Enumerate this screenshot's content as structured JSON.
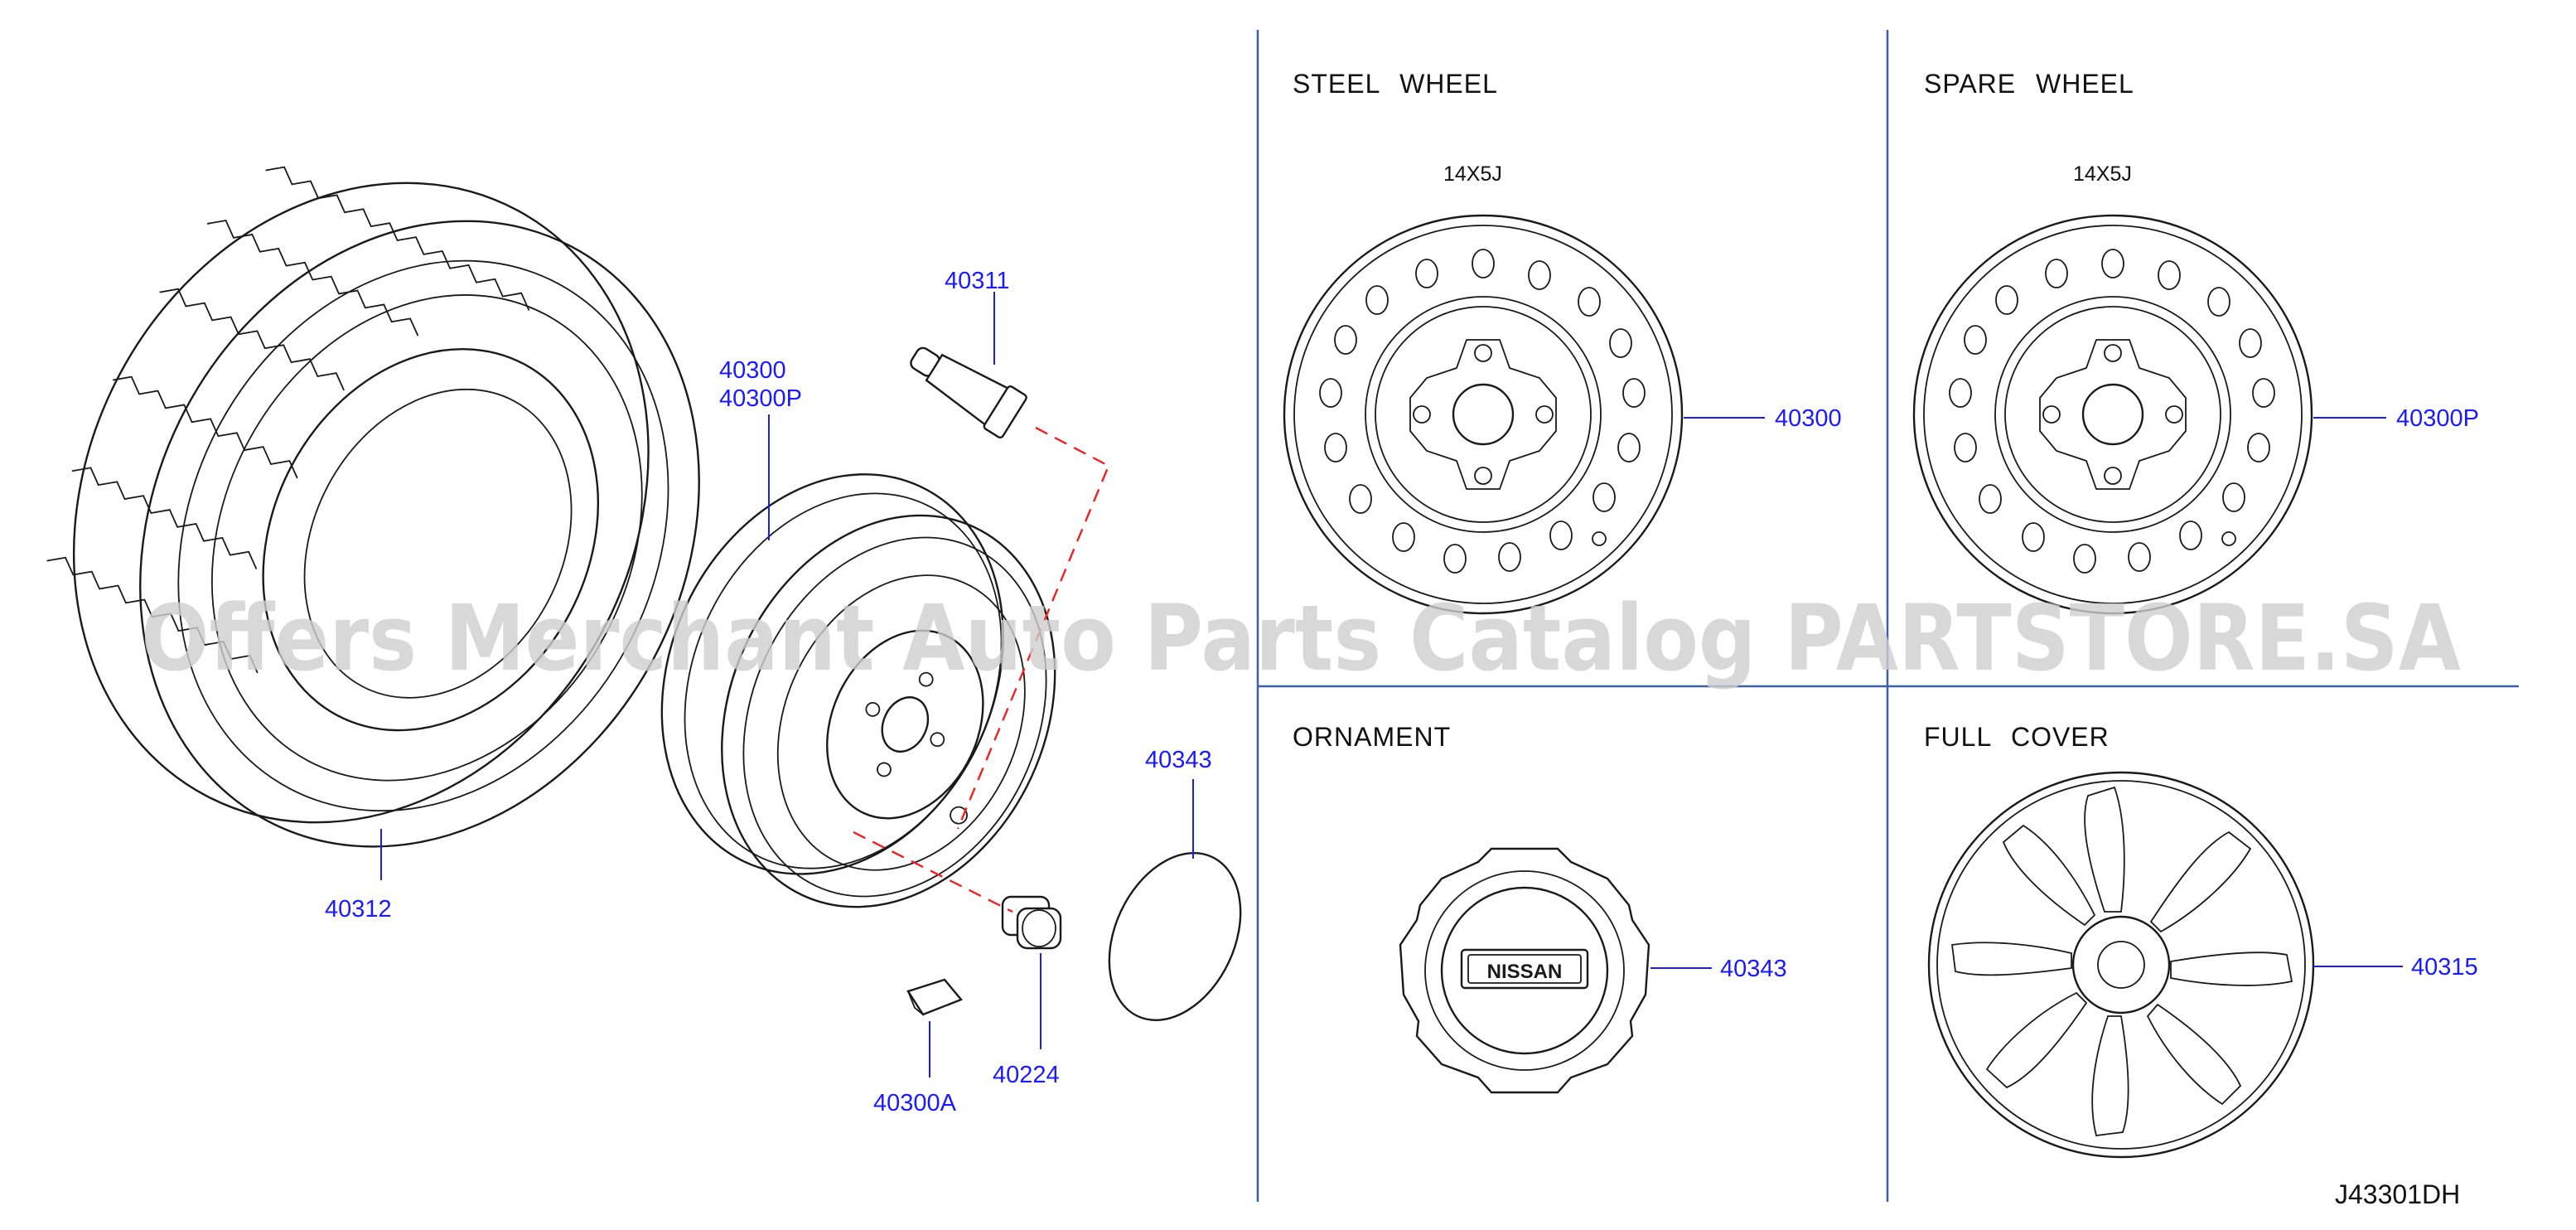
{
  "sections": {
    "steel_wheel": "STEEL  WHEEL",
    "spare_wheel": "SPARE  WHEEL",
    "ornament": "ORNAMENT",
    "full_cover": "FULL  COVER"
  },
  "sizes": {
    "steel": "14X5J",
    "spare": "14X5J"
  },
  "parts": {
    "tire": "40312",
    "wheel_a": "40300",
    "wheel_b": "40300P",
    "valve": "40311",
    "cap_disc": "40343",
    "nut": "40224",
    "balance_weight": "40300A",
    "steel_wheel": "40300",
    "spare_wheel": "40300P",
    "ornament": "40343",
    "full_cover": "40315"
  },
  "ornament_logo": "NISSAN",
  "diagram_code": "J43301DH",
  "watermark": "Offers Merchant Auto Parts Catalog PARTSTORE.SA",
  "colors": {
    "label_blue": "#1a1aff",
    "line": "#1a1a1a",
    "divider": "#3c5fa8",
    "dash_red": "#ee2222",
    "watermark": "#cfcfcf"
  }
}
